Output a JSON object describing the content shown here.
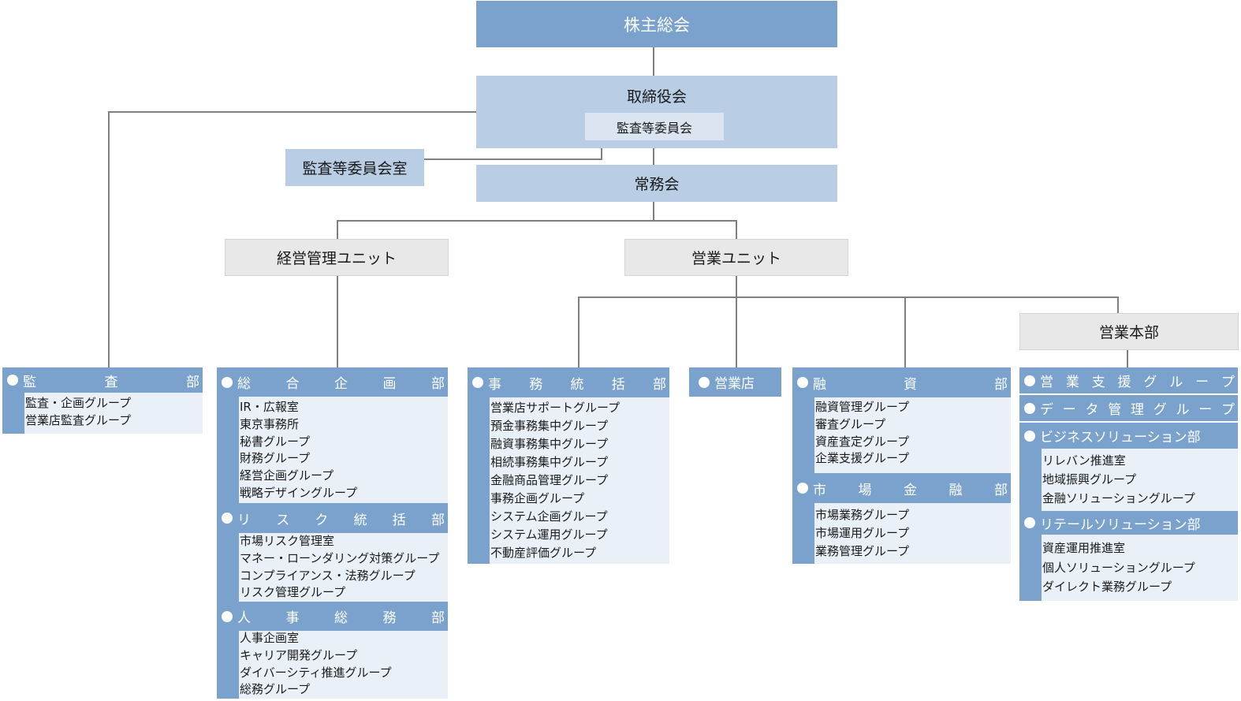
{
  "top": {
    "shareholders": "株主総会",
    "board": "取締役会",
    "audit_committee": "監査等委員会",
    "audit_committee_office": "監査等委員会室",
    "executive_committee": "常務会"
  },
  "units": {
    "management": "経営管理ユニット",
    "sales": "営業ユニット",
    "sales_hq": "営業本部"
  },
  "depts": {
    "audit": {
      "title": "監査部",
      "items": [
        "監査・企画グループ",
        "営業店監査グループ"
      ]
    },
    "planning": {
      "title": "総合企画部",
      "items": [
        "IR・広報室",
        "東京事務所",
        "秘書グループ",
        "財務グループ",
        "経営企画グループ",
        "戦略デザイングループ"
      ]
    },
    "risk": {
      "title": "リスク統括部",
      "items": [
        "市場リスク管理室",
        "マネー・ローンダリング対策グループ",
        "コンプライアンス・法務グループ",
        "リスク管理グループ"
      ]
    },
    "hr": {
      "title": "人事総務部",
      "items": [
        "人事企画室",
        "キャリア開発グループ",
        "ダイバーシティ推進グループ",
        "総務グループ"
      ]
    },
    "operations": {
      "title": "事務統括部",
      "items": [
        "営業店サポートグループ",
        "預金事務集中グループ",
        "融資事務集中グループ",
        "相続事務集中グループ",
        "金融商品管理グループ",
        "事務企画グループ",
        "システム企画グループ",
        "システム運用グループ",
        "不動産評価グループ"
      ]
    },
    "branches": {
      "title": "営業店"
    },
    "lending": {
      "title": "融資部",
      "items": [
        "融資管理グループ",
        "審査グループ",
        "資産査定グループ",
        "企業支援グループ"
      ]
    },
    "markets": {
      "title": "市場金融部",
      "items": [
        "市場業務グループ",
        "市場運用グループ",
        "業務管理グループ"
      ]
    },
    "sales_support": {
      "title": "営業支援グループ"
    },
    "data_mgmt": {
      "title": "データ管理グループ"
    },
    "business_solution": {
      "title": "ビジネスソリューション部",
      "items": [
        "リレバン推進室",
        "地域振興グループ",
        "金融ソリューショングループ"
      ]
    },
    "retail_solution": {
      "title": "リテールソリューション部",
      "items": [
        "資産運用推進室",
        "個人ソリューショングループ",
        "ダイレクト業務グループ"
      ]
    }
  },
  "colors": {
    "header_blue": "#7aa2cd",
    "board_blue": "#b9cde4",
    "inner_blue": "#dbe5f1",
    "list_bg": "#eaf0f7",
    "unit_gray": "#e8e8e8",
    "line": "#7f7f7f"
  }
}
